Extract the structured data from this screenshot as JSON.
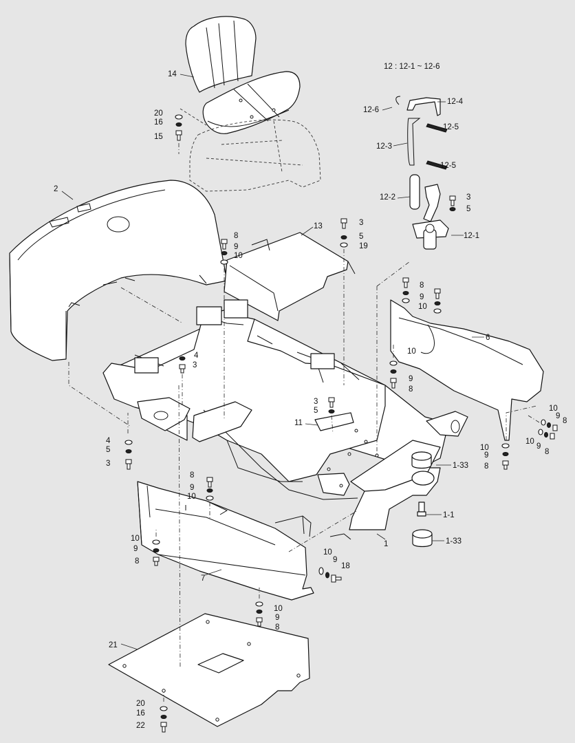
{
  "diagram": {
    "note": "12 : 12-1 ~ 12-6",
    "parts": [
      {
        "id": "seat",
        "callouts": [
          {
            "text": "14"
          }
        ]
      },
      {
        "id": "seat-mount-hardware",
        "callouts": [
          {
            "text": "20"
          },
          {
            "text": "16"
          },
          {
            "text": "15"
          }
        ]
      },
      {
        "id": "lock-assembly",
        "callouts": [
          {
            "text": "12-6"
          },
          {
            "text": "12-4"
          },
          {
            "text": "12-5"
          },
          {
            "text": "12-3"
          },
          {
            "text": "12-5"
          },
          {
            "text": "12-2"
          },
          {
            "text": "12-1"
          }
        ]
      },
      {
        "id": "lock-bracket-hardware",
        "callouts": [
          {
            "text": "3"
          },
          {
            "text": "5"
          }
        ]
      },
      {
        "id": "counterweight-cover",
        "callouts": [
          {
            "text": "2"
          }
        ]
      },
      {
        "id": "left-cover-hardware",
        "callouts": [
          {
            "text": "8"
          },
          {
            "text": "9"
          },
          {
            "text": "10"
          }
        ]
      },
      {
        "id": "top-cover",
        "callouts": [
          {
            "text": "13"
          }
        ]
      },
      {
        "id": "top-cover-hardware",
        "callouts": [
          {
            "text": "3"
          },
          {
            "text": "5"
          },
          {
            "text": "19"
          }
        ]
      },
      {
        "id": "right-cover-top-hardware",
        "callouts": [
          {
            "text": "8"
          },
          {
            "text": "9"
          },
          {
            "text": "10"
          },
          {
            "text": "8"
          },
          {
            "text": "9"
          },
          {
            "text": "10"
          }
        ]
      },
      {
        "id": "right-cover",
        "callouts": [
          {
            "text": "6"
          }
        ]
      },
      {
        "id": "right-cover-lower-hardware",
        "callouts": [
          {
            "text": "10"
          },
          {
            "text": "9"
          },
          {
            "text": "8"
          }
        ]
      },
      {
        "id": "frame-hardware-center",
        "callouts": [
          {
            "text": "4"
          },
          {
            "text": "3"
          }
        ]
      },
      {
        "id": "frame-hardware-mid",
        "callouts": [
          {
            "text": "3"
          },
          {
            "text": "5"
          }
        ]
      },
      {
        "id": "bracket",
        "callouts": [
          {
            "text": "11"
          }
        ]
      },
      {
        "id": "right-end-hardware",
        "callouts": [
          {
            "text": "10"
          },
          {
            "text": "9"
          },
          {
            "text": "8"
          },
          {
            "text": "10"
          },
          {
            "text": "9"
          },
          {
            "text": "8"
          }
        ]
      },
      {
        "id": "rear-right-hardware",
        "callouts": [
          {
            "text": "10"
          },
          {
            "text": "9"
          },
          {
            "text": "8"
          }
        ]
      },
      {
        "id": "bushing",
        "callouts": [
          {
            "text": "1-33"
          },
          {
            "text": "1-33"
          }
        ]
      },
      {
        "id": "grease-fitting",
        "callouts": [
          {
            "text": "1-1"
          }
        ]
      },
      {
        "id": "main-frame",
        "callouts": [
          {
            "text": "1"
          }
        ]
      },
      {
        "id": "frame-left-hardware",
        "callouts": [
          {
            "text": "4"
          },
          {
            "text": "5"
          },
          {
            "text": "3"
          }
        ]
      },
      {
        "id": "lower-cover-hardware",
        "callouts": [
          {
            "text": "8"
          },
          {
            "text": "9"
          },
          {
            "text": "10"
          }
        ]
      },
      {
        "id": "side-cover-hardware",
        "callouts": [
          {
            "text": "10"
          },
          {
            "text": "9"
          },
          {
            "text": "8"
          }
        ]
      },
      {
        "id": "side-cover",
        "callouts": [
          {
            "text": "7"
          }
        ]
      },
      {
        "id": "side-cover-end-hardware",
        "callouts": [
          {
            "text": "10"
          },
          {
            "text": "9"
          },
          {
            "text": "18"
          }
        ]
      },
      {
        "id": "side-cover-bottom-hardware",
        "callouts": [
          {
            "text": "10"
          },
          {
            "text": "9"
          },
          {
            "text": "8"
          }
        ]
      },
      {
        "id": "under-plate",
        "callouts": [
          {
            "text": "21"
          }
        ]
      },
      {
        "id": "under-plate-hardware",
        "callouts": [
          {
            "text": "20"
          },
          {
            "text": "16"
          },
          {
            "text": "22"
          }
        ]
      }
    ]
  }
}
